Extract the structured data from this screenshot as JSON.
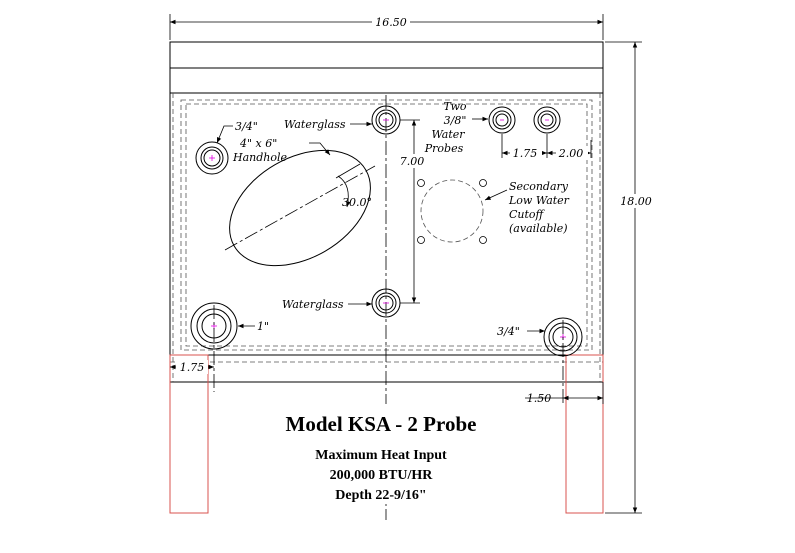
{
  "dimensions": {
    "overall_width": "16.50",
    "overall_height": "18.00",
    "waterglass_spacing": "7.00",
    "probe_offset_1": "1.75",
    "probe_offset_2": "2.00",
    "left_leg_offset": "1.75",
    "right_leg_offset": "1.50",
    "handhole_angle": "30.0°"
  },
  "labels": {
    "handhole_top_conn": "3/4\"",
    "handhole_size": "4\" x 6\"",
    "handhole": "Handhole",
    "waterglass_top": "Waterglass",
    "waterglass_bottom": "Waterglass",
    "probes_line1": "Two",
    "probes_line2": "3/8\"",
    "probes_line3": "Water",
    "probes_line4": "Probes",
    "lwco_line1": "Secondary",
    "lwco_line2": "Low Water",
    "lwco_line3": "Cutoff",
    "lwco_line4": "(available)",
    "bottom_left_conn": "1\"",
    "bottom_right_conn": "3/4\""
  },
  "title": {
    "model": "Model KSA - 2 Probe",
    "heat_input_label": "Maximum Heat Input",
    "heat_input_value": "200,000 BTU/HR",
    "depth": "Depth 22-9/16\""
  }
}
